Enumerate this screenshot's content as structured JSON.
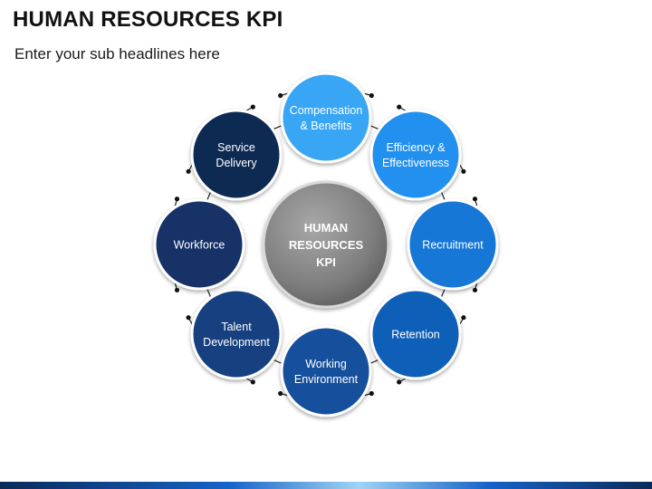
{
  "header": {
    "title": "HUMAN RESOURCES KPI",
    "subtitle": "Enter your sub headlines here"
  },
  "center": {
    "lines": [
      "HUMAN",
      "RESOURCES",
      "KPI"
    ]
  },
  "nodes": [
    {
      "id": "compensation",
      "lines": [
        "Compensation",
        "& Benefits"
      ],
      "color": "#38a6f4"
    },
    {
      "id": "efficiency",
      "lines": [
        "Efficiency &",
        "Effectiveness"
      ],
      "color": "#2290ef"
    },
    {
      "id": "recruitment",
      "lines": [
        "Recruitment"
      ],
      "color": "#1777d6"
    },
    {
      "id": "retention",
      "lines": [
        "Retention"
      ],
      "color": "#115fb8"
    },
    {
      "id": "working-environment",
      "lines": [
        "Working",
        "Environment"
      ],
      "color": "#124f9c"
    },
    {
      "id": "talent-development",
      "lines": [
        "Talent",
        "Development"
      ],
      "color": "#133f80"
    },
    {
      "id": "workforce",
      "lines": [
        "Workforce"
      ],
      "color": "#123366"
    },
    {
      "id": "service-delivery",
      "lines": [
        "Service",
        "Delivery"
      ],
      "color": "#0f2a52"
    }
  ]
}
